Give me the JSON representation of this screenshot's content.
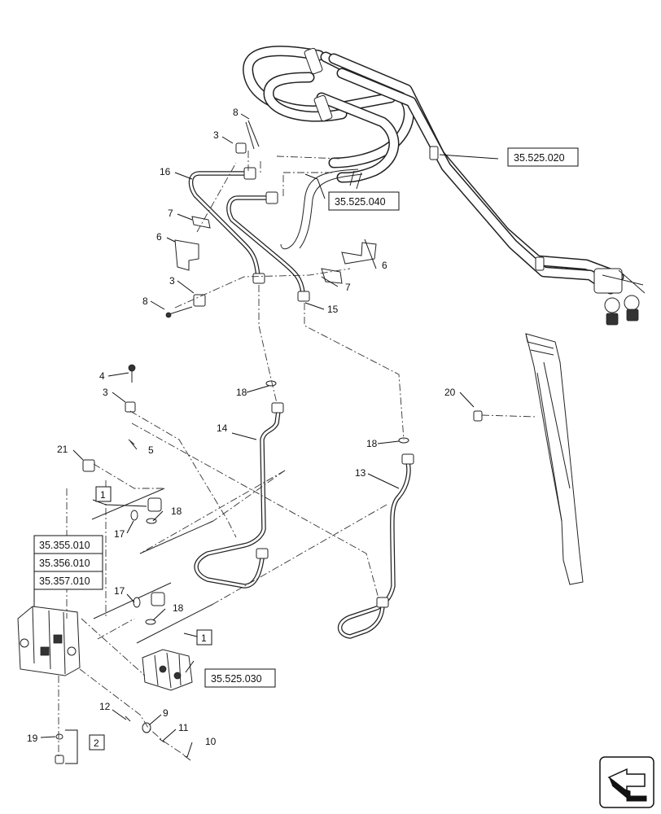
{
  "diagram": {
    "callouts": {
      "c1": "1",
      "c2": "2",
      "c3a": "3",
      "c3b": "3",
      "c3c": "3",
      "c4": "4",
      "c5": "5",
      "c6a": "6",
      "c6b": "6",
      "c7a": "7",
      "c7b": "7",
      "c8a": "8",
      "c8b": "8",
      "c9": "9",
      "c10": "10",
      "c11": "11",
      "c12": "12",
      "c13": "13",
      "c14": "14",
      "c15": "15",
      "c16": "16",
      "c17a": "17",
      "c17b": "17",
      "c18a": "18",
      "c18b": "18",
      "c18c": "18",
      "c18d": "18",
      "c19": "19",
      "c20": "20",
      "c21": "21"
    },
    "boxed_items": {
      "kit1_top": "1",
      "kit1_bottom": "1",
      "kit2": "2"
    },
    "references": {
      "ref_525_020": "35.525.020",
      "ref_525_040": "35.525.040",
      "ref_525_030": "35.525.030",
      "ref_355_010": "35.355.010",
      "ref_356_010": "35.356.010",
      "ref_357_010": "35.357.010"
    },
    "icons": {
      "navigation": "arrow-navigation-icon"
    }
  }
}
